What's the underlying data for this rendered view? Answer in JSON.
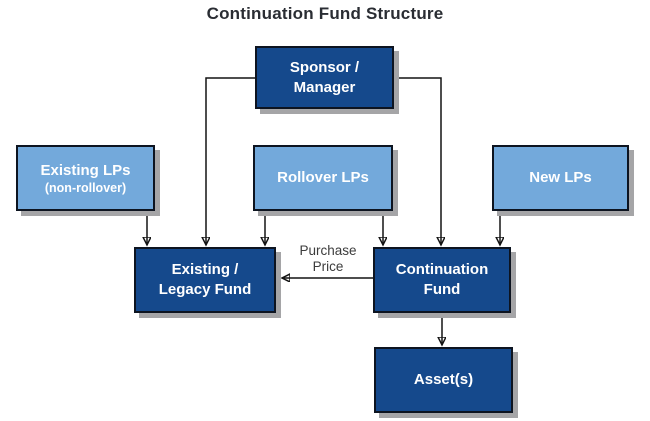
{
  "title": "Continuation Fund Structure",
  "colors": {
    "dark_blue": "#15498c",
    "light_blue": "#73a9db",
    "box_border": "#0d1420",
    "shadow": "#a5a5a7",
    "arrow": "#141414",
    "title_text": "#2a2d33",
    "label_text": "#3c3c3c",
    "box_text": "#ffffff"
  },
  "nodes": {
    "sponsor": {
      "lines": [
        "Sponsor /",
        "Manager"
      ],
      "style": "dark"
    },
    "existing_lps": {
      "lines": [
        "Existing LPs"
      ],
      "subline": "(non-rollover)",
      "style": "light"
    },
    "rollover_lps": {
      "lines": [
        "Rollover LPs"
      ],
      "style": "light"
    },
    "new_lps": {
      "lines": [
        "New LPs"
      ],
      "style": "light"
    },
    "existing_fund": {
      "lines": [
        "Existing /",
        "Legacy Fund"
      ],
      "style": "dark"
    },
    "continuation_fund": {
      "lines": [
        "Continuation",
        "Fund"
      ],
      "style": "dark"
    },
    "assets": {
      "lines": [
        "Asset(s)"
      ],
      "style": "dark"
    }
  },
  "edge_labels": {
    "purchase_price": [
      "Purchase",
      "Price"
    ]
  },
  "edges": [
    {
      "from": "Sponsor / Manager",
      "to": "Existing / Legacy Fund"
    },
    {
      "from": "Sponsor / Manager",
      "to": "Continuation Fund"
    },
    {
      "from": "Existing LPs (non-rollover)",
      "to": "Existing / Legacy Fund"
    },
    {
      "from": "Rollover LPs",
      "to": "Existing / Legacy Fund"
    },
    {
      "from": "Rollover LPs",
      "to": "Continuation Fund"
    },
    {
      "from": "New LPs",
      "to": "Continuation Fund"
    },
    {
      "from": "Continuation Fund",
      "to": "Existing / Legacy Fund",
      "label": "Purchase Price"
    },
    {
      "from": "Continuation Fund",
      "to": "Asset(s)"
    }
  ]
}
